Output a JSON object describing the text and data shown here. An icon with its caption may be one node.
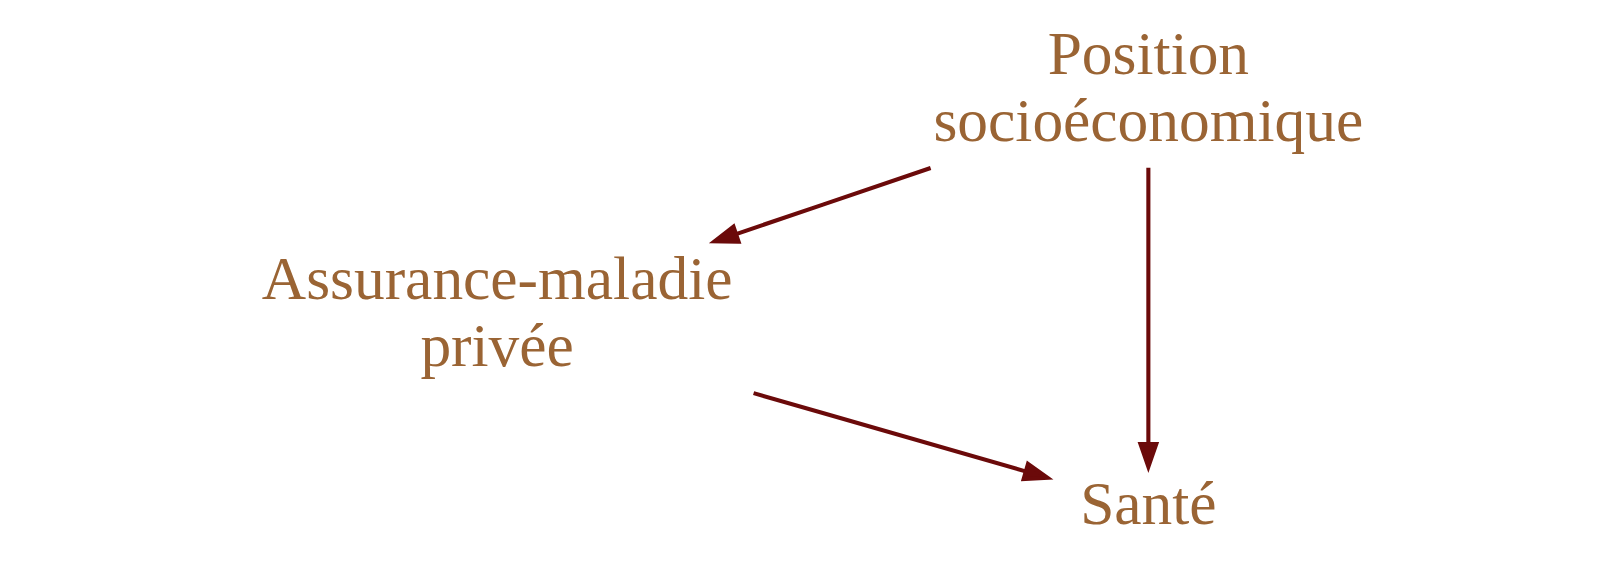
{
  "diagram": {
    "nodes": [
      {
        "text": [
          "Position socioéconomique"
        ]
      },
      {
        "text": [
          "Assurance-maladie privée"
        ]
      },
      {
        "text": [
          "Santé"
        ]
      }
    ],
    "edges": [
      {
        "from": 0,
        "to": 1,
        "arrow": "to"
      },
      {
        "from": 0,
        "to": 2,
        "arrow": "to"
      },
      {
        "from": 1,
        "to": 2,
        "arrow": "to"
      }
    ]
  }
}
